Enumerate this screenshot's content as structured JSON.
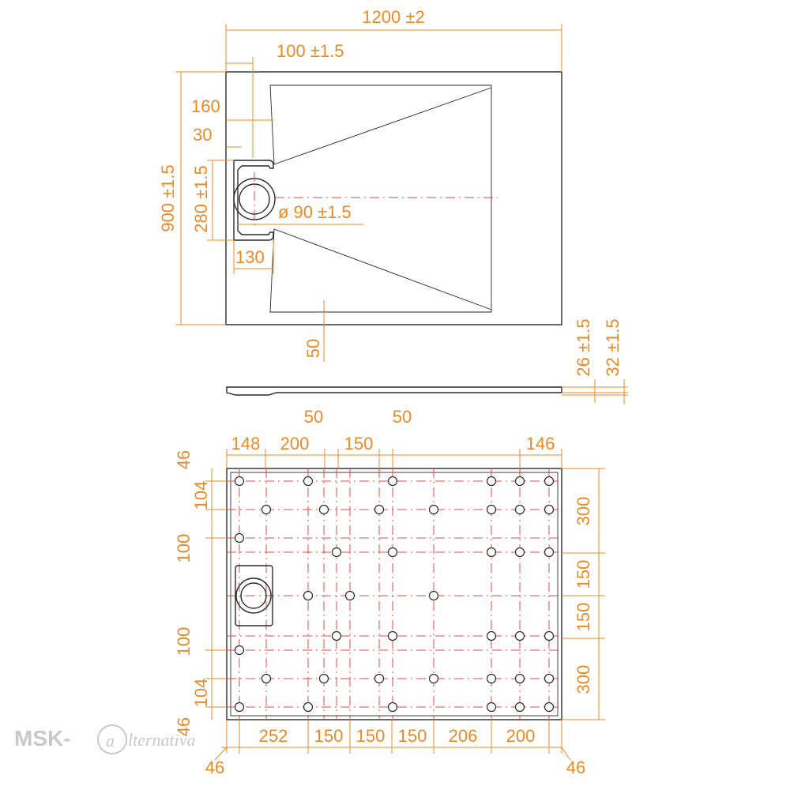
{
  "colors": {
    "dimension": "#ea8a24",
    "outline": "#2a2a2a",
    "centerline": "#e24a4a",
    "watermark": "#c9c9c9"
  },
  "top_view": {
    "width_label": "1200 ±2",
    "channel_label": "100 ±1.5",
    "left_offset_label": "160",
    "small_gap_label": "30",
    "height_label": "900 ±1.5",
    "drain_box_label": "280 ±1.5",
    "drain_diameter_label": "ø 90 ±1.5",
    "drain_width_label": "130",
    "bottom_gap_label": "50"
  },
  "side_view": {
    "thickness_label": "26 ±1.5",
    "total_label": "32 ±1.5"
  },
  "bottom_view": {
    "top_labels": [
      "148",
      "200",
      "150",
      "146"
    ],
    "top_small_labels": [
      "50",
      "50"
    ],
    "left_labels": [
      "46",
      "104",
      "100",
      "100",
      "104",
      "46"
    ],
    "right_labels": [
      "300",
      "150",
      "150",
      "300"
    ],
    "bottom_labels": [
      "252",
      "150",
      "150",
      "150",
      "206",
      "200"
    ],
    "corner_labels": [
      "46",
      "46"
    ]
  },
  "watermark": {
    "brand": "MSK-",
    "script": "lternativa"
  }
}
